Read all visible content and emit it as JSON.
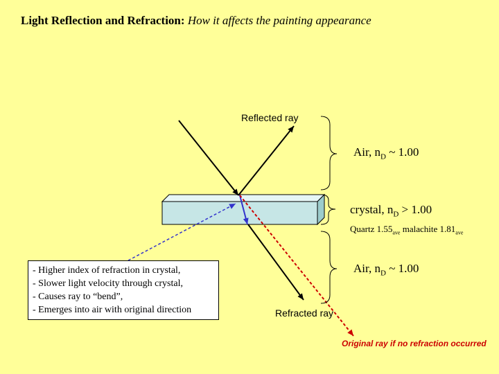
{
  "title": {
    "bold": "Light Reflection and Refraction:",
    "italic": "How it affects the painting appearance"
  },
  "labels": {
    "reflected_ray": "Reflected ray",
    "refracted_ray": "Refracted ray",
    "original_ray": "Original ray if no refraction occurred"
  },
  "media": {
    "air_top": {
      "name": "Air,  n",
      "sub": "D",
      "value": " ~ 1.00"
    },
    "crystal": {
      "name": "crystal,  n",
      "sub": "D",
      "value": " > 1.00"
    },
    "air_bottom": {
      "name": "Air,  n",
      "sub": "D",
      "value": " ~ 1.00"
    }
  },
  "indices": {
    "quartz": "Quartz 1.55",
    "quartz_sub": "ave",
    "malachite": "  malachite 1.81",
    "malachite_sub": "ave"
  },
  "notes": [
    "- Higher index of refraction in crystal,",
    "- Slower light velocity through crystal,",
    "- Causes ray to “bend”,",
    "- Emerges into air with original direction"
  ],
  "colors": {
    "background": "#ffff99",
    "crystal_fill": "#c6e6e6",
    "original_ray": "#cc0000",
    "inner_ray": "#3333cc",
    "rays": "#000000"
  }
}
